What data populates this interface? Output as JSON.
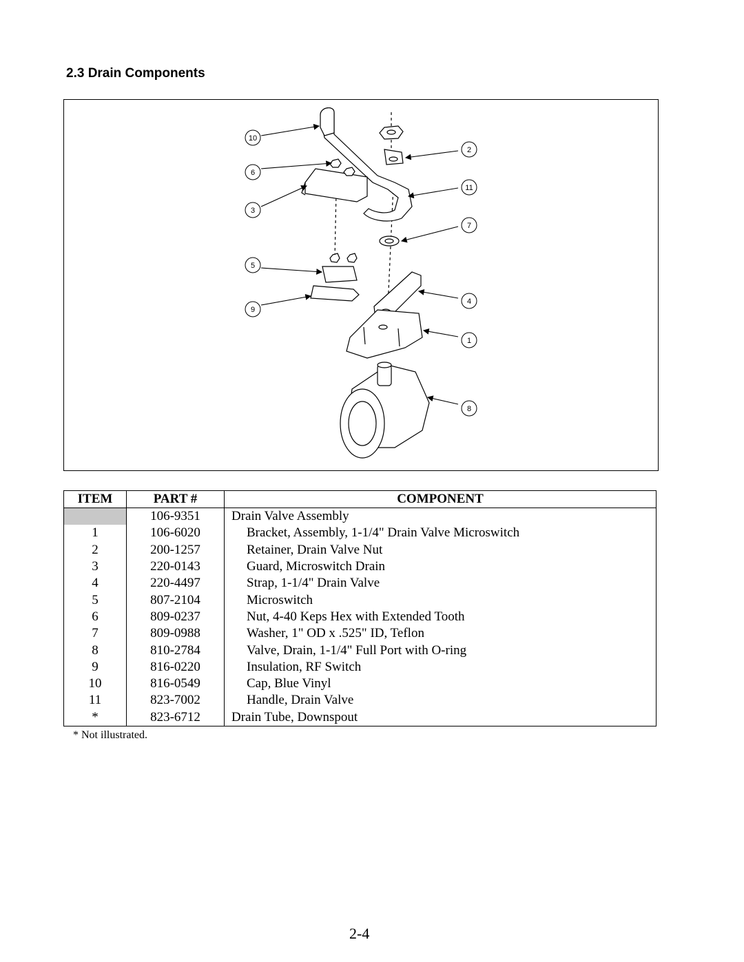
{
  "section": {
    "title": "2.3  Drain Components"
  },
  "figure": {
    "callouts": [
      "10",
      "6",
      "3",
      "5",
      "9",
      "2",
      "11",
      "7",
      "4",
      "1",
      "8"
    ]
  },
  "table": {
    "headers": {
      "item": "ITEM",
      "part": "PART #",
      "component": "COMPONENT"
    },
    "rows": [
      {
        "item": "",
        "part": "106-9351",
        "component": "Drain Valve Assembly"
      },
      {
        "item": "1",
        "part": "106-6020",
        "component": "Bracket, Assembly, 1-1/4\" Drain Valve Microswitch"
      },
      {
        "item": "2",
        "part": "200-1257",
        "component": "Retainer, Drain Valve Nut"
      },
      {
        "item": "3",
        "part": "220-0143",
        "component": "Guard, Microswitch Drain"
      },
      {
        "item": "4",
        "part": "220-4497",
        "component": "Strap, 1-1/4\" Drain Valve"
      },
      {
        "item": "5",
        "part": "807-2104",
        "component": "Microswitch"
      },
      {
        "item": "6",
        "part": "809-0237",
        "component": "Nut, 4-40 Keps Hex with Extended Tooth"
      },
      {
        "item": "7",
        "part": "809-0988",
        "component": "Washer, 1\" OD x .525\" ID, Teflon"
      },
      {
        "item": "8",
        "part": "810-2784",
        "component": "Valve, Drain, 1-1/4\" Full Port with O-ring"
      },
      {
        "item": "9",
        "part": "816-0220",
        "component": "Insulation, RF Switch"
      },
      {
        "item": "10",
        "part": "816-0549",
        "component": "Cap, Blue Vinyl"
      },
      {
        "item": "11",
        "part": "823-7002",
        "component": "Handle, Drain Valve"
      },
      {
        "item": "*",
        "part": "823-6712",
        "component": "Drain Tube, Downspout"
      }
    ]
  },
  "footnote": "* Not illustrated.",
  "page_number": "2-4"
}
